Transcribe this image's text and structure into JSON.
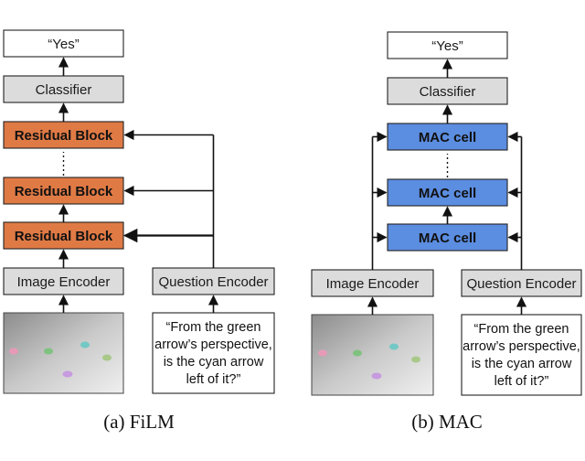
{
  "film": {
    "output": "“Yes”",
    "classifier": "Classifier",
    "block": "Residual Block",
    "image_encoder": "Image Encoder",
    "question_encoder": "Question Encoder",
    "question_lines": [
      "“From the green",
      "arrow’s perspective,",
      "is the cyan arrow",
      "left of it?”"
    ],
    "caption": "(a) FiLM"
  },
  "mac": {
    "output": "“Yes”",
    "classifier": "Classifier",
    "block": "MAC cell",
    "image_encoder": "Image Encoder",
    "question_encoder": "Question Encoder",
    "question_lines": [
      "“From the green",
      "arrow’s perspective,",
      "is the cyan arrow",
      "left of it?”"
    ],
    "caption": "(b) MAC"
  },
  "colors": {
    "residual_block": "#e07a45",
    "mac_cell": "#5b8de0",
    "encoder_grey": "#dcdcdc"
  }
}
